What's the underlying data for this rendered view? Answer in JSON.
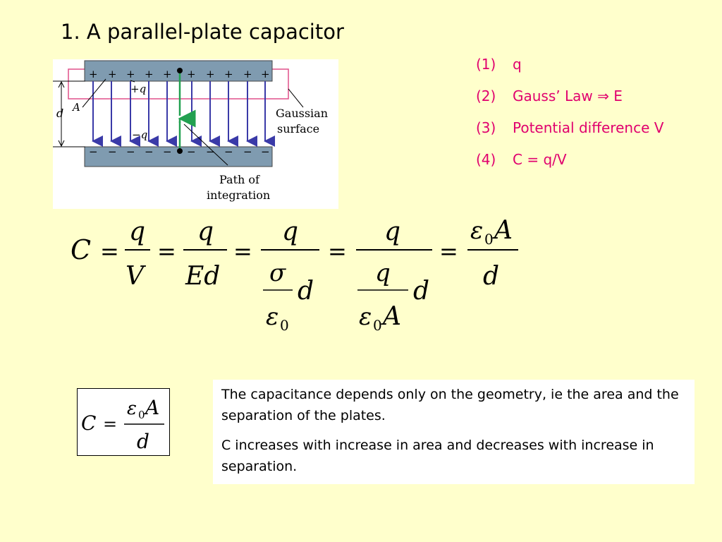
{
  "slide": {
    "title": "1. A parallel-plate capacitor"
  },
  "figure": {
    "label_plus_q": "+q",
    "label_minus_q": "−q",
    "label_area": "A",
    "label_separation": "d",
    "label_gaussian_line1": "Gaussian",
    "label_gaussian_line2": "surface",
    "label_path_line1": "Path of",
    "label_path_line2": "integration",
    "plus_sign": "+",
    "minus_sign": "−",
    "colors": {
      "plate": "#7f9bb0",
      "field_line": "#3a3aa8",
      "gaussian": "#e0508a",
      "path": "#22a050"
    }
  },
  "steps": [
    {
      "num": "(1)",
      "text": "q"
    },
    {
      "num": "(2)",
      "text": "Gauss’ Law ⇒ E"
    },
    {
      "num": "(3)",
      "text": "Potential difference V"
    },
    {
      "num": "(4)",
      "text": "C = q/V"
    }
  ],
  "equation": {
    "C": "C",
    "eq": "=",
    "q": "q",
    "V": "V",
    "Ed": "Ed",
    "sigma": "σ",
    "epsilon": "ε",
    "sub0": "0",
    "A": "A",
    "d": "d"
  },
  "boxed": {
    "C": "C",
    "eq": "=",
    "epsilon": "ε",
    "sub0": "0",
    "A": "A",
    "d": "d"
  },
  "notes": {
    "line1": "The capacitance depends only on the geometry, ie the area and the separation of the plates.",
    "line2": "C increases with increase in area and decreases with increase in separation."
  }
}
